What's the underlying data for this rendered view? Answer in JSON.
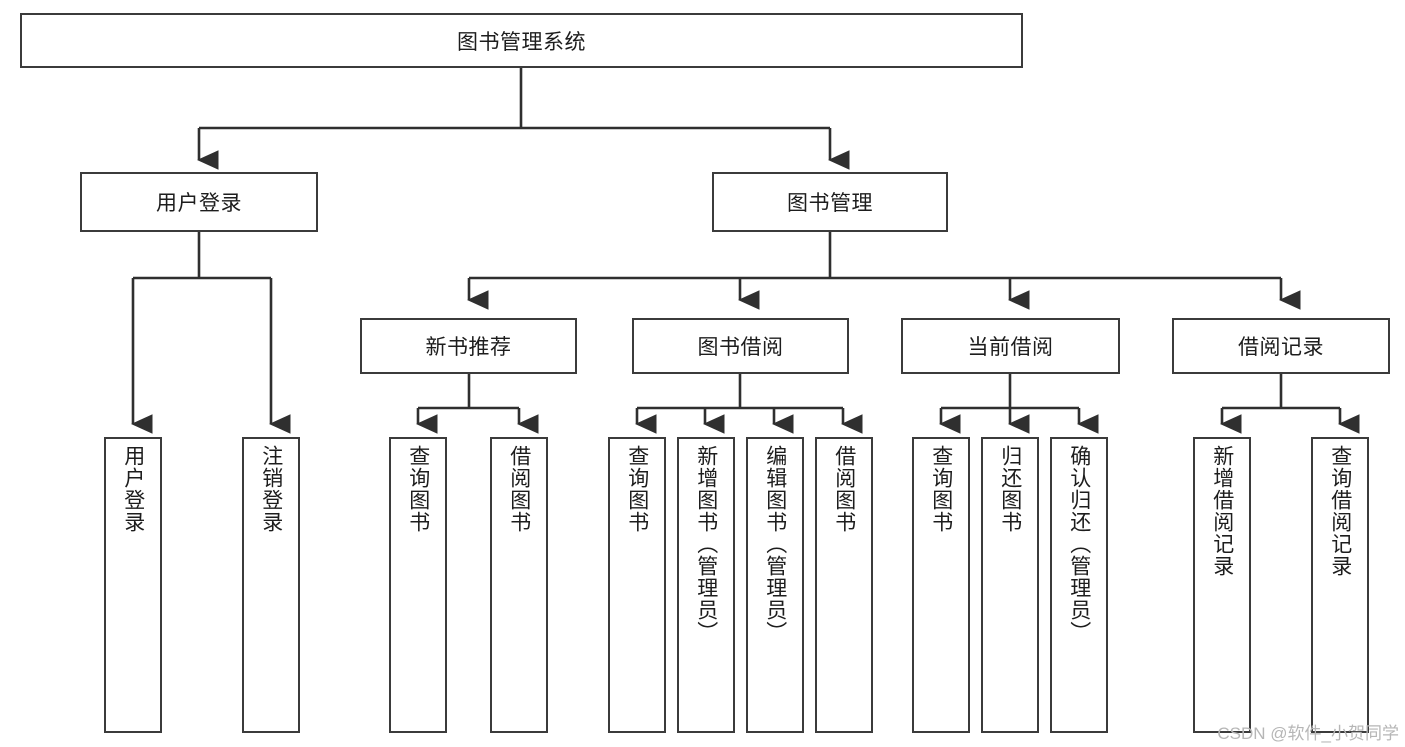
{
  "diagram": {
    "type": "tree",
    "title": "图书管理系统",
    "orientation": "top-down",
    "edge_color": "#3b3b3b",
    "node_border_color": "#3b3b3b",
    "node_fill_color": "#ffffff",
    "text_color": "#1d1d1d"
  },
  "root": {
    "label": "图书管理系统"
  },
  "level2": {
    "user_login": {
      "label": "用户登录"
    },
    "book_manage": {
      "label": "图书管理"
    }
  },
  "level3": {
    "new_book_rec": {
      "label": "新书推荐"
    },
    "book_borrow": {
      "label": "图书借阅"
    },
    "current_borrow": {
      "label": "当前借阅"
    },
    "borrow_record": {
      "label": "借阅记录"
    }
  },
  "leaves": {
    "user_login": [
      {
        "label": "用户登录"
      },
      {
        "label": "注销登录"
      }
    ],
    "new_book_rec": [
      {
        "label": "查询图书"
      },
      {
        "label": "借阅图书"
      }
    ],
    "book_borrow": [
      {
        "label": "查询图书"
      },
      {
        "label": "新增图书（管理员）"
      },
      {
        "label": "编辑图书（管理员）"
      },
      {
        "label": "借阅图书"
      }
    ],
    "current_borrow": [
      {
        "label": "查询图书"
      },
      {
        "label": "归还图书"
      },
      {
        "label": "确认归还（管理员）"
      }
    ],
    "borrow_record": [
      {
        "label": "新增借阅记录"
      },
      {
        "label": "查询借阅记录"
      }
    ]
  },
  "watermark": {
    "text": "CSDN @软件_小贺同学"
  }
}
